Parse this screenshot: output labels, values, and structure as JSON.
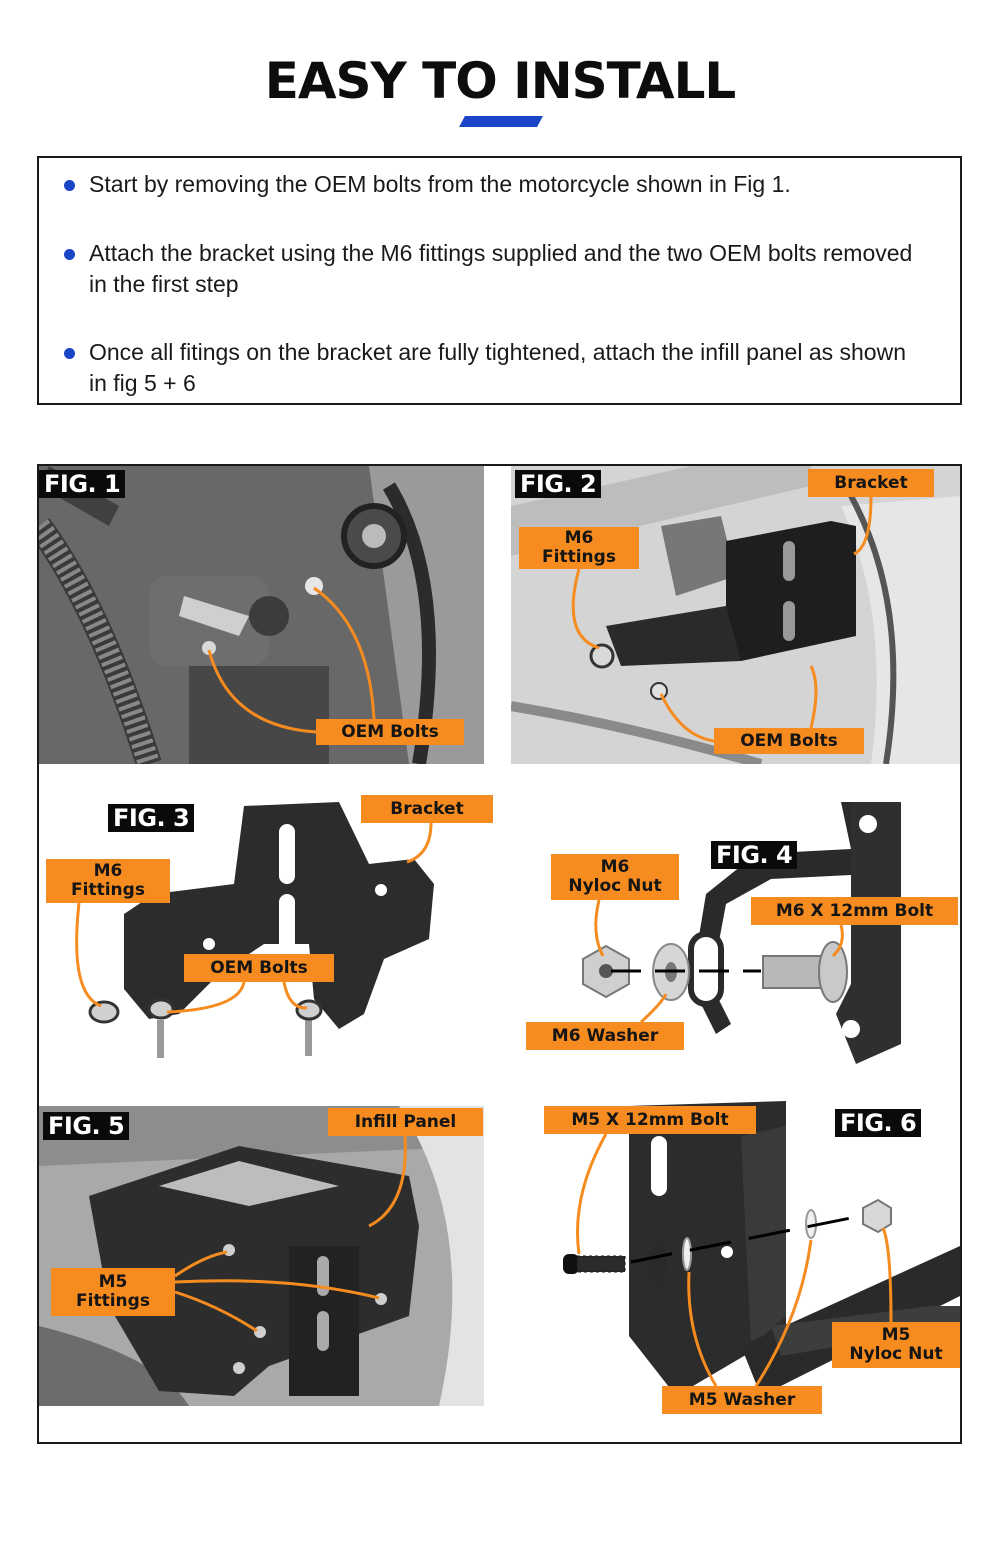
{
  "title": "EASY TO INSTALL",
  "colors": {
    "accent_blue": "#1b45c7",
    "callout_orange": "#f68b1f",
    "fig_tag_bg": "#0a0a0a"
  },
  "steps": [
    "Start by removing the OEM bolts from the motorcycle shown in Fig 1.",
    "Attach the bracket using the M6 fittings supplied and the two OEM bolts removed in the first step",
    "Once all fitings on the bracket are fully tightened, attach the infill panel as shown in fig 5 + 6"
  ],
  "figures": {
    "fig1": {
      "tag": "FIG. 1",
      "labels": {
        "oem_bolts": "OEM Bolts"
      }
    },
    "fig2": {
      "tag": "FIG. 2",
      "labels": {
        "bracket": "Bracket",
        "m6_fittings": "M6\nFittings",
        "oem_bolts": "OEM Bolts"
      }
    },
    "fig3": {
      "tag": "FIG. 3",
      "labels": {
        "bracket": "Bracket",
        "m6_fittings": "M6\nFittings",
        "oem_bolts": "OEM Bolts"
      }
    },
    "fig4": {
      "tag": "FIG. 4",
      "labels": {
        "m6_nyloc_nut": "M6\nNyloc Nut",
        "m6_bolt": "M6 X 12mm Bolt",
        "m6_washer": "M6 Washer"
      }
    },
    "fig5": {
      "tag": "FIG. 5",
      "labels": {
        "infill_panel": "Infill Panel",
        "m5_fittings": "M5\nFittings"
      }
    },
    "fig6": {
      "tag": "FIG. 6",
      "labels": {
        "m5_bolt": "M5 X 12mm Bolt",
        "m5_nyloc_nut": "M5\nNyloc Nut",
        "m5_washer": "M5 Washer"
      }
    }
  }
}
